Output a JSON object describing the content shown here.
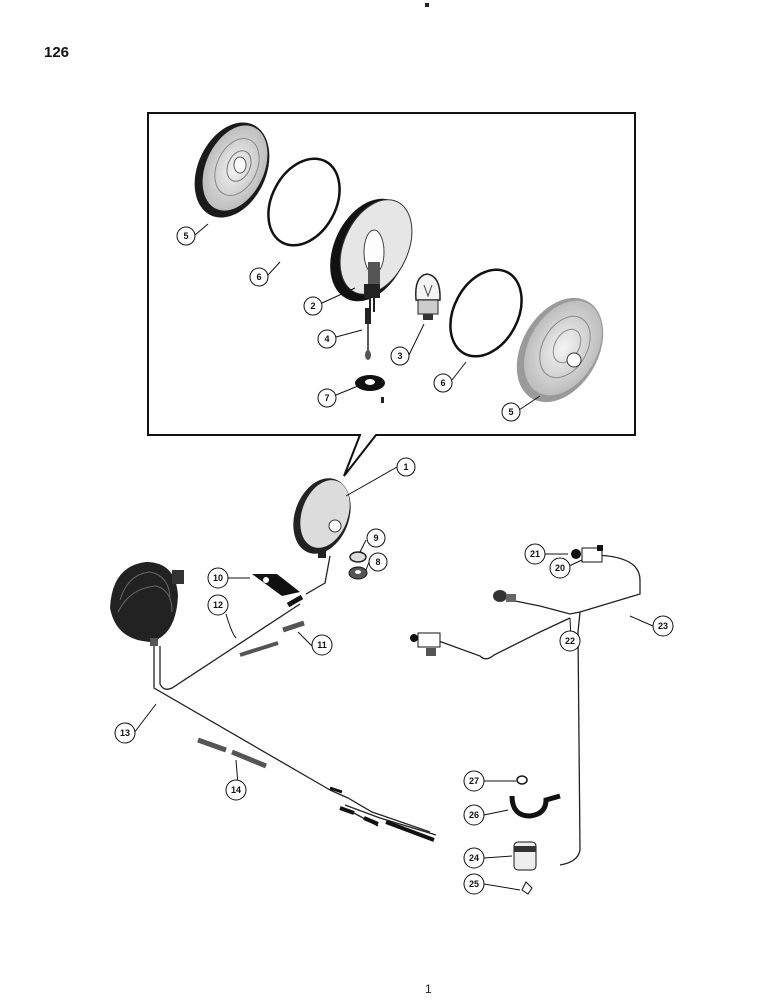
{
  "page": {
    "number": "126",
    "footer_mark": "1"
  },
  "callouts": [
    {
      "id": "c5a",
      "label": "5"
    },
    {
      "id": "c6a",
      "label": "6"
    },
    {
      "id": "c2",
      "label": "2"
    },
    {
      "id": "c4",
      "label": "4"
    },
    {
      "id": "c3",
      "label": "3"
    },
    {
      "id": "c6b",
      "label": "6"
    },
    {
      "id": "c5b",
      "label": "5"
    },
    {
      "id": "c7",
      "label": "7"
    },
    {
      "id": "c1",
      "label": "1"
    },
    {
      "id": "c9",
      "label": "9"
    },
    {
      "id": "c8",
      "label": "8"
    },
    {
      "id": "c10",
      "label": "10"
    },
    {
      "id": "c12",
      "label": "12"
    },
    {
      "id": "c11",
      "label": "11"
    },
    {
      "id": "c13",
      "label": "13"
    },
    {
      "id": "c14",
      "label": "14"
    },
    {
      "id": "c21",
      "label": "21"
    },
    {
      "id": "c20",
      "label": "20"
    },
    {
      "id": "c22",
      "label": "22"
    },
    {
      "id": "c23",
      "label": "23"
    },
    {
      "id": "c27",
      "label": "27"
    },
    {
      "id": "c26",
      "label": "26"
    },
    {
      "id": "c24",
      "label": "24"
    },
    {
      "id": "c25",
      "label": "25"
    }
  ]
}
